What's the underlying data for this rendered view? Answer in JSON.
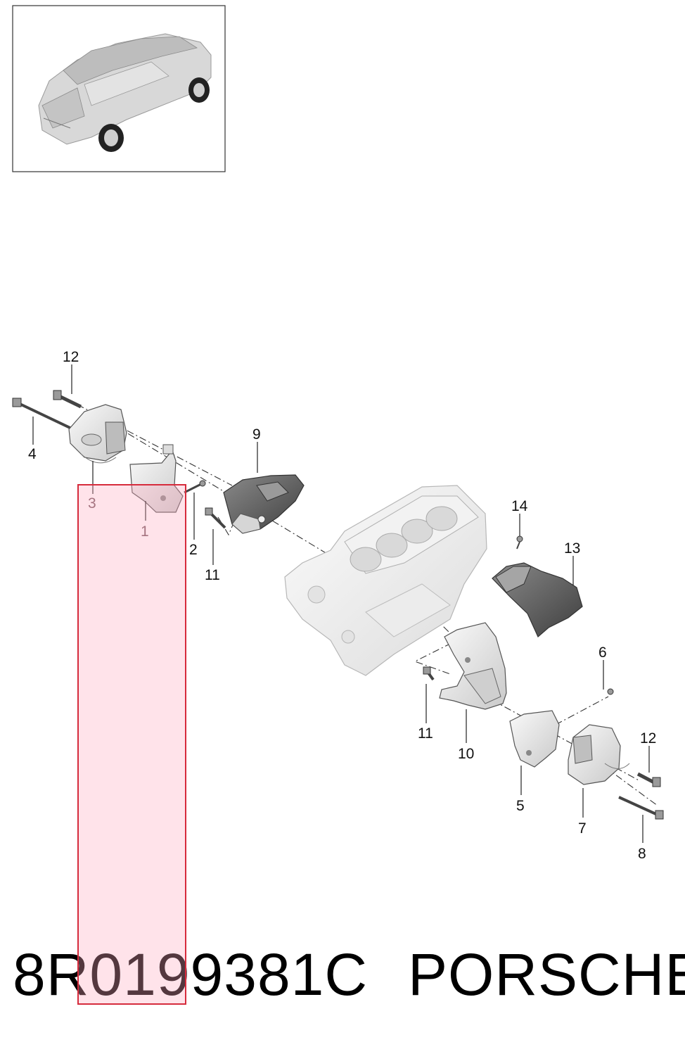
{
  "footer": {
    "part_number": "8R0199381C",
    "brand": "PORSCHE"
  },
  "callouts": [
    {
      "id": "1",
      "text": "1"
    },
    {
      "id": "2",
      "text": "2"
    },
    {
      "id": "3",
      "text": "3"
    },
    {
      "id": "4",
      "text": "4"
    },
    {
      "id": "5",
      "text": "5"
    },
    {
      "id": "6",
      "text": "6"
    },
    {
      "id": "7",
      "text": "7"
    },
    {
      "id": "8",
      "text": "8"
    },
    {
      "id": "9",
      "text": "9"
    },
    {
      "id": "10",
      "text": "10"
    },
    {
      "id": "11a",
      "text": "11"
    },
    {
      "id": "11b",
      "text": "11"
    },
    {
      "id": "12a",
      "text": "12"
    },
    {
      "id": "12b",
      "text": "12"
    },
    {
      "id": "13",
      "text": "13"
    },
    {
      "id": "14",
      "text": "14"
    }
  ],
  "colors": {
    "highlight_fill": "#ffd0da",
    "highlight_border": "#d62b3c",
    "part_light": "#e9e9e9",
    "part_dark": "#5c5c5c",
    "line": "#222222"
  }
}
